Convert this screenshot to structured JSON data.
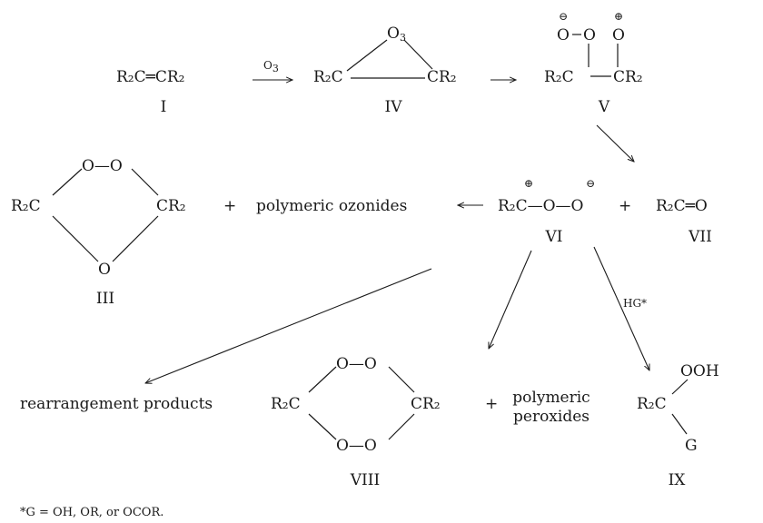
{
  "compounds": {
    "I": {
      "formula": "R₂C═CR₂",
      "label": "I"
    },
    "IV": {
      "left": "R₂C",
      "right": "CR₂",
      "top": "O",
      "top_sub": "3",
      "label": "IV"
    },
    "V": {
      "left": "R₂C",
      "right": "CR₂",
      "o1": "O",
      "o2": "O",
      "o3": "O",
      "charge_neg": "⊖",
      "charge_pos": "⊕",
      "label": "V"
    },
    "VI": {
      "c": "R₂C",
      "rest": "—O—O",
      "charge_pos": "⊕",
      "charge_neg": "⊖",
      "label": "VI"
    },
    "VII": {
      "formula": "R₂C═O",
      "label": "VII"
    },
    "III": {
      "left": "R₂C",
      "right": "CR₂",
      "top": "O—O",
      "bottom": "O",
      "label": "III"
    },
    "VIII": {
      "left": "R₂C",
      "right": "CR₂",
      "top": "O—O",
      "bottom": "O—O",
      "label": "VIII"
    },
    "IX": {
      "c": "R₂C",
      "ooh": "OOH",
      "g": "G",
      "label": "IX"
    }
  },
  "reagents": {
    "ozone": "O",
    "ozone_sub": "3",
    "hg": "HG*"
  },
  "operators": {
    "plus1": "+",
    "plus2": "+",
    "plus3": "+"
  },
  "texts": {
    "polymeric_ozonides": "polymeric ozonides",
    "rearrangement": "rearrangement products",
    "polymeric_peroxides_1": "polymeric",
    "polymeric_peroxides_2": "peroxides",
    "footnote": "*G = OH, OR, or OCOR."
  }
}
